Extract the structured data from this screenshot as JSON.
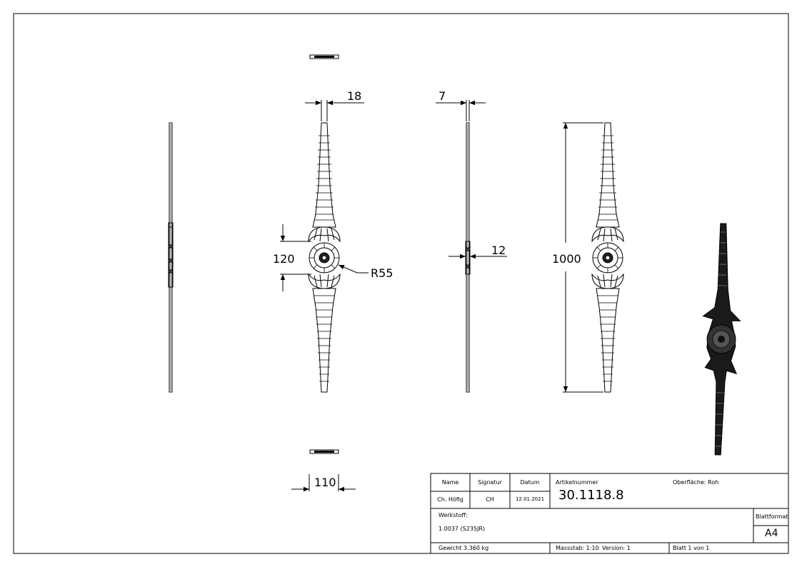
{
  "dimensions": {
    "width_top": "18",
    "thickness": "7",
    "center_height": "120",
    "radius": "R55",
    "side_center": "12",
    "length": "1000",
    "width_total": "110"
  },
  "title_block": {
    "hdr_name": "Name",
    "hdr_signatur": "Signatur",
    "hdr_datum": "Datum",
    "name": "Ch. Höfig",
    "signatur": "CH",
    "datum": "12.01.2021",
    "artikelnummer_label": "Artikelnummer",
    "artikelnummer": "30.1118.8",
    "oberflaeche_label": "Oberfläche:",
    "oberflaeche": "Roh",
    "werkstoff_label": "Werkstoff:",
    "werkstoff": "1.0037 (S235JR)",
    "blattformat_label": "Blattformat",
    "blattformat": "A4",
    "gewicht": "Gewicht 3.360 kg",
    "massstab": "Massstab: 1:10",
    "version": "Version: 1",
    "blatt": "Blatt 1 von 1"
  }
}
